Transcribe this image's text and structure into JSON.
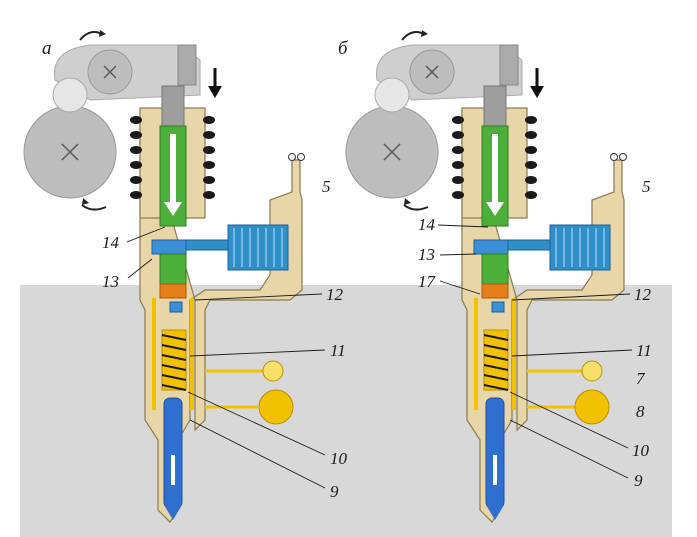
{
  "figure": {
    "panel_a_title": "а",
    "panel_b_title": "б"
  },
  "colors": {
    "body": "#e8d6a8",
    "body_stroke": "#8a7a50",
    "yellow": "#f2c200",
    "yellow_dark": "#b89000",
    "green": "#4caf3a",
    "blue": "#3a8fd6",
    "blue_dark": "#1f5f9e",
    "orange": "#e67e1a",
    "cam": "#c8c8c8",
    "block": "#d8d8d8",
    "coil": "#2f8fc8"
  },
  "panel_a": {
    "labels": [
      "14",
      "13",
      "5",
      "12",
      "11",
      "10",
      "9"
    ]
  },
  "panel_b": {
    "labels": [
      "14",
      "13",
      "17",
      "5",
      "12",
      "11",
      "7",
      "8",
      "10",
      "9"
    ]
  }
}
